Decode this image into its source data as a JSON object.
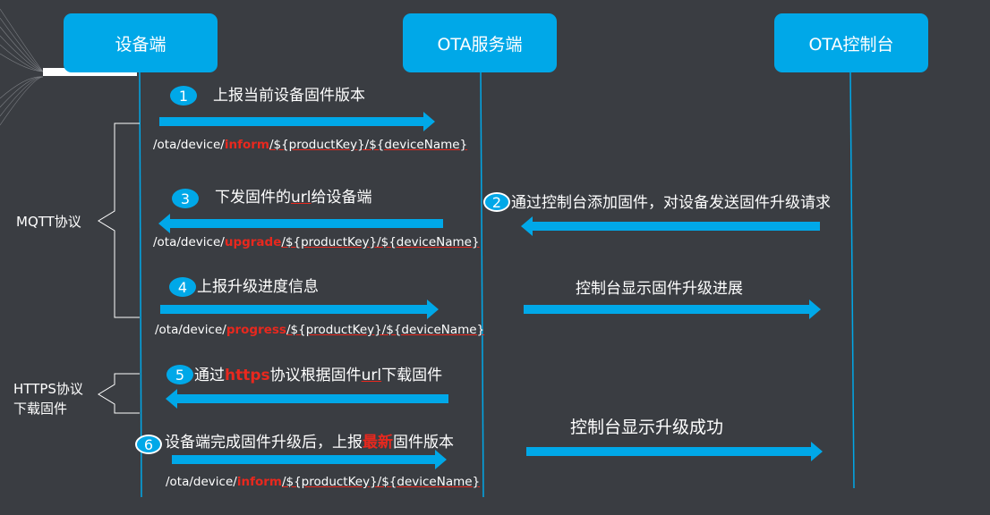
{
  "nodes": {
    "device": "设备端",
    "server": "OTA服务端",
    "console": "OTA控制台"
  },
  "protocols": {
    "mqtt": "MQTT协议",
    "https_line1": "HTTPS协议",
    "https_line2": "下载固件"
  },
  "steps": [
    {
      "number": "1",
      "label": "上报当前设备固件版本",
      "topic": {
        "prefix": "/ota/device/",
        "keyword": "inform",
        "suffix": "/${productKey}/${deviceName}"
      }
    },
    {
      "number": "2",
      "label": "通过控制台添加固件，对设备发送固件升级请求"
    },
    {
      "number": "3",
      "label_before": "下发固件的",
      "label_url": "url",
      "label_after": "给设备端",
      "topic": {
        "prefix": "/ota/device/",
        "keyword": "upgrade",
        "suffix": "/${productKey}/${deviceName}"
      }
    },
    {
      "number": "4",
      "label": "上报升级进度信息",
      "console_label": "控制台显示固件升级进展",
      "topic": {
        "prefix": "/ota/device/",
        "keyword": "progress",
        "suffix": "/${productKey}/${deviceName}"
      }
    },
    {
      "number": "5",
      "label_before": "通过",
      "label_keyword": "https",
      "label_middle": "协议根据固件",
      "label_url": "url",
      "label_after": "下载固件"
    },
    {
      "number": "6",
      "label_before": "设备端完成固件升级后，上报",
      "label_keyword": "最新",
      "label_after": "固件版本",
      "console_label": "控制台显示升级成功",
      "topic": {
        "prefix": "/ota/device/",
        "keyword": "inform",
        "suffix": "/${productKey}/${deviceName}"
      }
    }
  ],
  "colors": {
    "background": "#3a3d42",
    "accent": "#00a8e8",
    "keyword": "#e8281e",
    "text": "#ffffff"
  }
}
